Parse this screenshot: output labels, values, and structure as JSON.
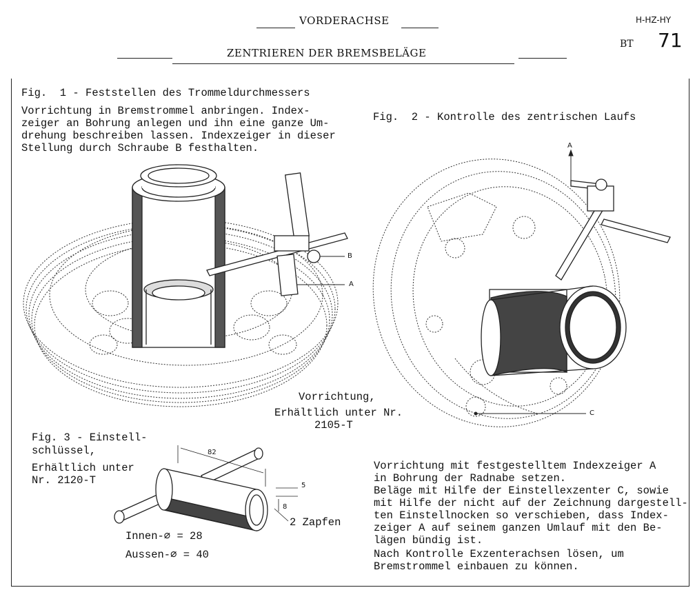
{
  "header": {
    "section_title": "VORDERACHSE",
    "page_title": "ZENTRIEREN DER BREMSBELÄGE",
    "models": "H-HZ-HY",
    "code": "BT",
    "page_number": "71"
  },
  "fig1": {
    "caption": "Fig.  1 - Feststellen des Trommeldurchmessers",
    "instructions": [
      "Vorrichtung in Bremstrommel anbringen. Index-",
      "zeiger an Bohrung anlegen und ihn eine ganze Um-",
      "drehung beschreiben lassen. Indexzeiger in dieser",
      "Stellung durch Schraube B festhalten."
    ],
    "label_b": "B",
    "label_a": "A"
  },
  "fig2": {
    "caption": "Fig.  2 - Kontrolle des zentrischen Laufs",
    "label_a": "A",
    "label_c": "C"
  },
  "tool": {
    "lines": [
      "Vorrichtung,",
      "Erhältlich unter Nr.",
      "2105-T"
    ]
  },
  "fig3": {
    "caption_lines": [
      "Fig. 3 - Einstell-",
      "schlüssel,",
      "Erhältlich unter",
      "Nr. 2120-T"
    ],
    "dim_length": "82",
    "dim_5": "5",
    "dim_8": "8",
    "zapfen": "2 Zapfen",
    "inner_diameter": "Innen-∅ = 28",
    "outer_diameter": "Aussen-∅ = 40"
  },
  "instructions2": [
    "Vorrichtung mit festgestelltem Indexzeiger A",
    "in Bohrung der Radnabe setzen.",
    "Beläge mit Hilfe der Einstellexzenter C, sowie",
    "mit Hilfe der nicht auf der Zeichnung dargestell-",
    "ten Einstellnocken so verschieben, dass Index-",
    "zeiger A auf seinem ganzen Umlauf mit den Be-",
    "lägen bündig ist.",
    "Nach Kontrolle Exzenterachsen lösen, um",
    "Bremstrommel einbauen zu können."
  ]
}
